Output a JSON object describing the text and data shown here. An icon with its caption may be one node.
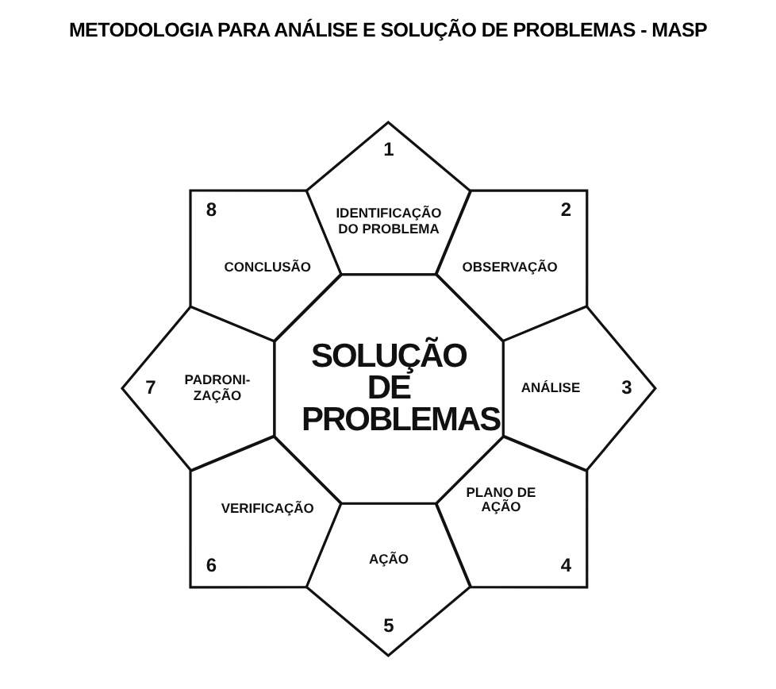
{
  "diagram": {
    "title": "METODOLOGIA PARA ANÁLISE E SOLUÇÃO DE PROBLEMAS - MASP",
    "nodes": [
      {
        "text": [
          "1",
          "IDENTIFICAÇÃO DO PROBLEMA"
        ]
      },
      {
        "text": [
          "2",
          "OBSERVAÇÃO"
        ]
      },
      {
        "text": [
          "ANÁLISE",
          "3"
        ]
      },
      {
        "text": [
          "PLANO DE AÇÃO",
          "4"
        ]
      },
      {
        "text": [
          "AÇÃO",
          "5"
        ]
      },
      {
        "text": [
          "VERIFICAÇÃO",
          "6"
        ]
      },
      {
        "text": [
          "7",
          "PADRONI- ZAÇÃO"
        ]
      },
      {
        "text": [
          "8",
          "CONCLUSÃO"
        ]
      },
      {
        "text": [
          "SOLUÇÃO DE PROBLEMAS"
        ]
      }
    ]
  }
}
